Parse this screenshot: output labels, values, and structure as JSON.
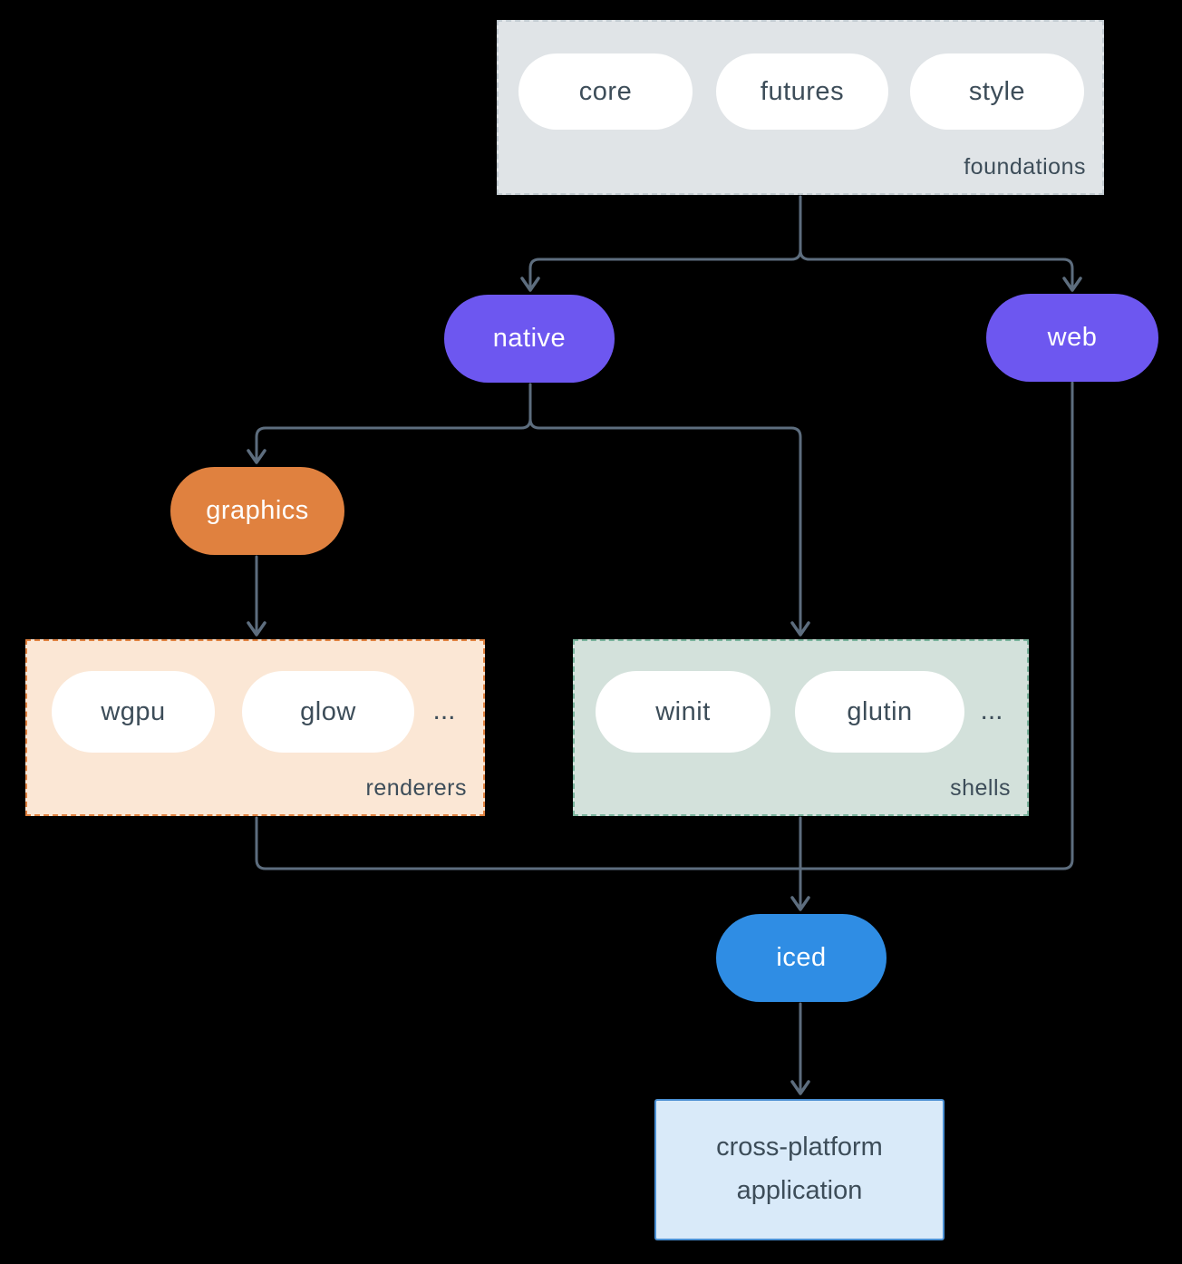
{
  "groups": {
    "foundations": {
      "label": "foundations",
      "pills": [
        "core",
        "futures",
        "style"
      ]
    },
    "renderers": {
      "label": "renderers",
      "pills": [
        "wgpu",
        "glow"
      ],
      "ellipsis": "..."
    },
    "shells": {
      "label": "shells",
      "pills": [
        "winit",
        "glutin"
      ],
      "ellipsis": "..."
    }
  },
  "nodes": {
    "native": {
      "label": "native"
    },
    "web": {
      "label": "web"
    },
    "graphics": {
      "label": "graphics"
    },
    "iced": {
      "label": "iced"
    }
  },
  "application": {
    "label": "cross-platform application"
  },
  "colors": {
    "background": "#000000",
    "arrow": "#5d6d7e",
    "violet_node": "#6d57f0",
    "orange_node": "#e0813f",
    "blue_node": "#2f8de4",
    "foundations_bg": "#e0e4e7",
    "foundations_border": "#c2cbd1",
    "renderers_bg": "#fbe7d5",
    "renderers_border": "#e0813f",
    "shells_bg": "#d3e1db",
    "shells_border": "#79b39c",
    "application_bg": "#d9eaf9",
    "application_border": "#4a8fd3",
    "pill_bg": "#ffffff",
    "pill_text": "#3d4d59",
    "node_text": "#ffffff"
  }
}
